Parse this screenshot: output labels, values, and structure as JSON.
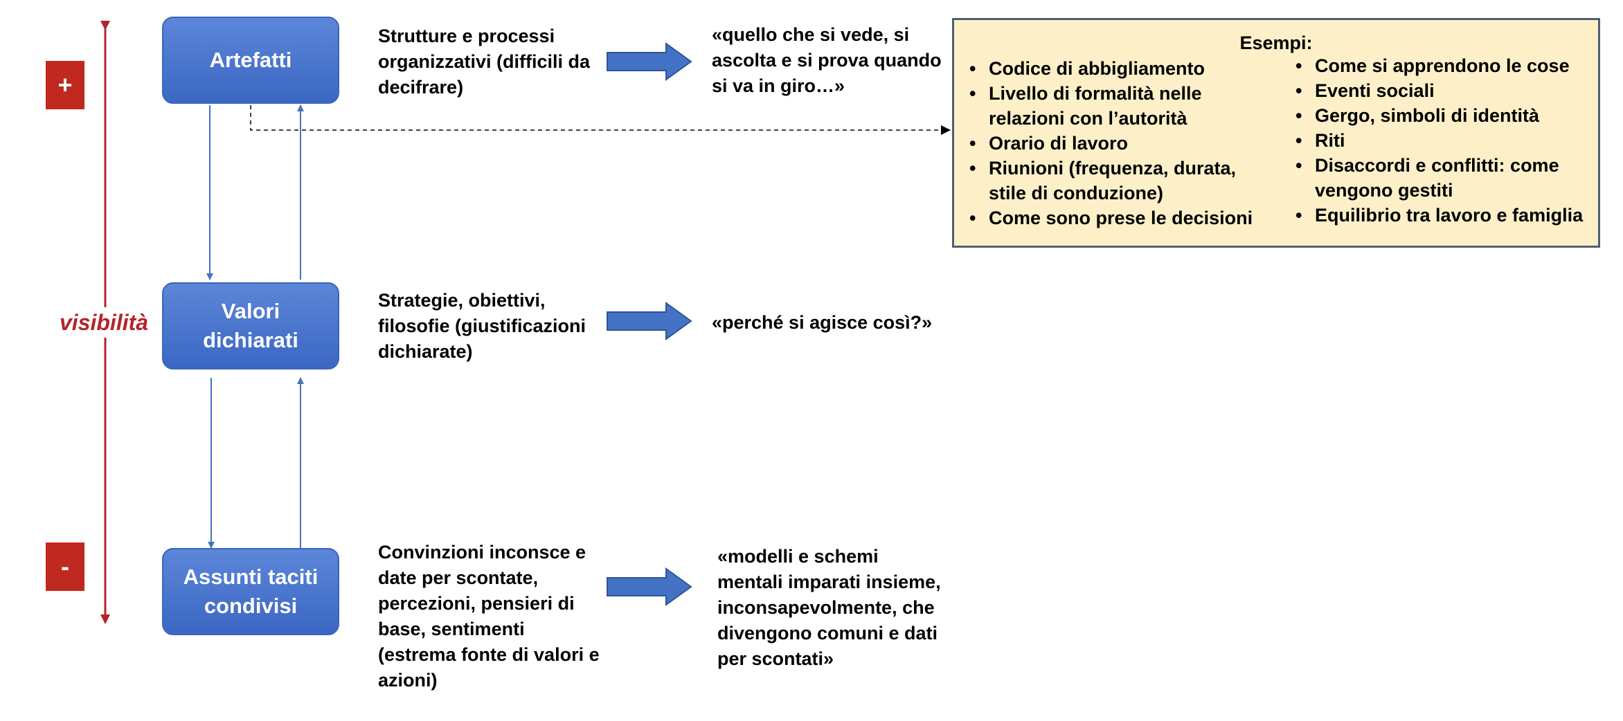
{
  "axis": {
    "label": "visibilità",
    "top_sign": "+",
    "bottom_sign": "-"
  },
  "levels": [
    {
      "label": "Artefatti",
      "description": "Strutture e processi\norganizzativi (difficili da\ndecifrare)",
      "quote": "«quello che si vede, si\nascolta e si prova quando\nsi va in giro…»"
    },
    {
      "label": "Valori\ndichiarati",
      "description": "Strategie, obiettivi,\nfilosofie (giustificazioni\ndichiarate)",
      "quote": "«perché si agisce così?»"
    },
    {
      "label": "Assunti taciti\ncondivisi",
      "description": "Convinzioni inconsce e\ndate per scontate,\npercezioni, pensieri di\nbase, sentimenti\n(estrema fonte di valori e\nazioni)",
      "quote": "«modelli e schemi\nmentali imparati insieme,\ninconsapevolmente, che\ndivengono comuni e dati\nper scontati»"
    }
  ],
  "examples": {
    "title": "Esempi:",
    "left": [
      "Codice di abbigliamento",
      "Livello di formalità nelle\nrelazioni con l’autorità",
      "Orario di lavoro",
      "Riunioni (frequenza, durata,\nstile di conduzione)",
      "Come sono prese le decisioni"
    ],
    "right": [
      "Come si apprendono le cose",
      "Eventi sociali",
      "Gergo, simboli di identità",
      "Riti",
      "Disaccordi e conflitti: come\nvengono gestiti",
      "Equilibrio tra lavoro e famiglia"
    ]
  },
  "colors": {
    "box_fill": "#4472c4",
    "axis": "#b5232a",
    "examples_fill": "#fdf0c8",
    "examples_border": "#4d5f74"
  }
}
